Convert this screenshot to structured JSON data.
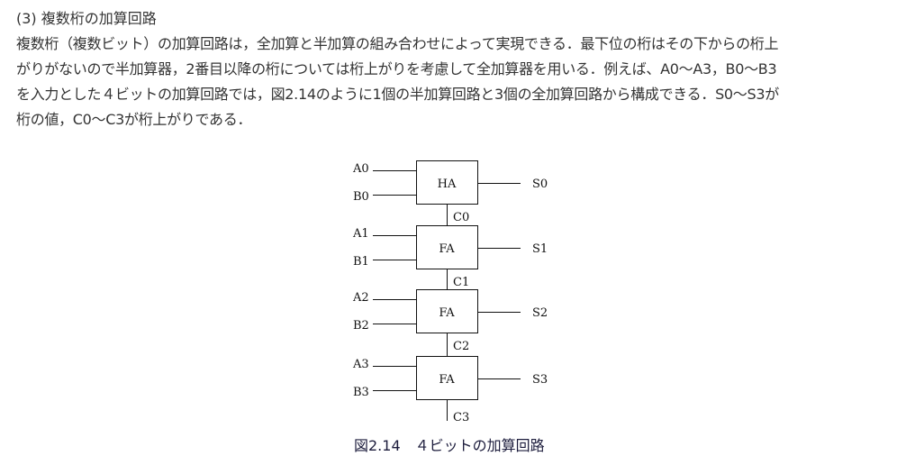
{
  "heading": "(3) 複数桁の加算回路",
  "paragraph_lines": [
    "複数桁（複数ビット）の加算回路は，全加算と半加算の組み合わせによって実現できる．最下位の桁はその下からの桁上",
    "がりがないので半加算器，2番目以降の桁については桁上がりを考慮して全加算器を用いる．例えば、A0～A3，B0～B3",
    "を入力とした４ビットの加算回路では，図2.14のように1個の半加算回路と3個の全加算回路から構成できる．S0～S3が",
    "桁の値，C0～C3が桁上がりである．"
  ],
  "diagram": {
    "blocks": [
      {
        "label": "HA",
        "a": "A0",
        "b": "B0",
        "s": "S0",
        "c": "C0"
      },
      {
        "label": "FA",
        "a": "A1",
        "b": "B1",
        "s": "S1",
        "c": "C1"
      },
      {
        "label": "FA",
        "a": "A2",
        "b": "B2",
        "s": "S2",
        "c": "C2"
      },
      {
        "label": "FA",
        "a": "A3",
        "b": "B3",
        "s": "S3",
        "c": "C3"
      }
    ]
  },
  "caption": "図2.14　４ビットの加算回路"
}
